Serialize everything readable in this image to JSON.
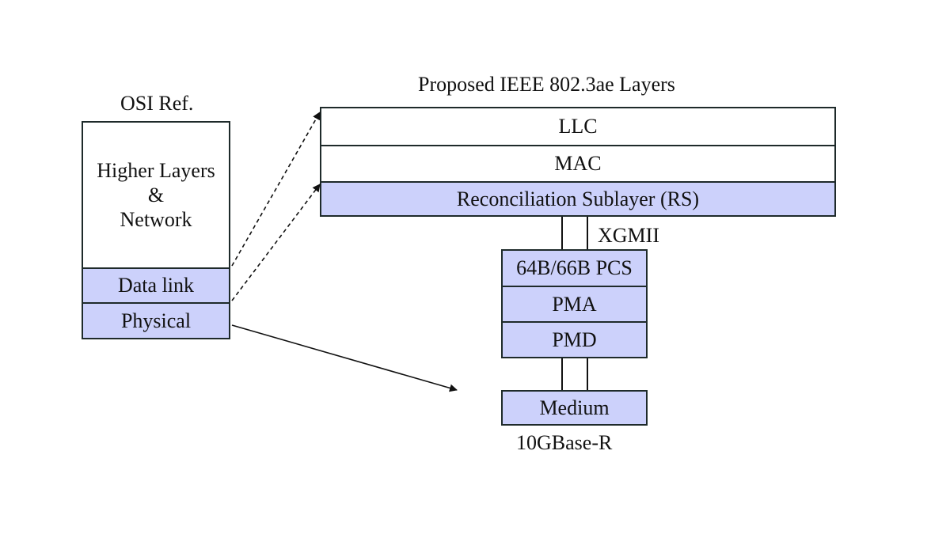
{
  "osi": {
    "title": "OSI Ref.",
    "higher_line1": "Higher Layers",
    "higher_line2": "&",
    "higher_line3": "Network",
    "data_link": "Data link",
    "physical": "Physical"
  },
  "ieee": {
    "title": "Proposed IEEE 802.3ae Layers",
    "llc": "LLC",
    "mac": "MAC",
    "rs": "Reconciliation Sublayer (RS)",
    "xgmii": "XGMII",
    "pcs": "64B/66B PCS",
    "pma": "PMA",
    "pmd": "PMD",
    "medium": "Medium",
    "phy_label": "10GBase-R"
  },
  "colors": {
    "sublayer_fill": "#ccd1fb",
    "border": "#1e2a2a"
  }
}
